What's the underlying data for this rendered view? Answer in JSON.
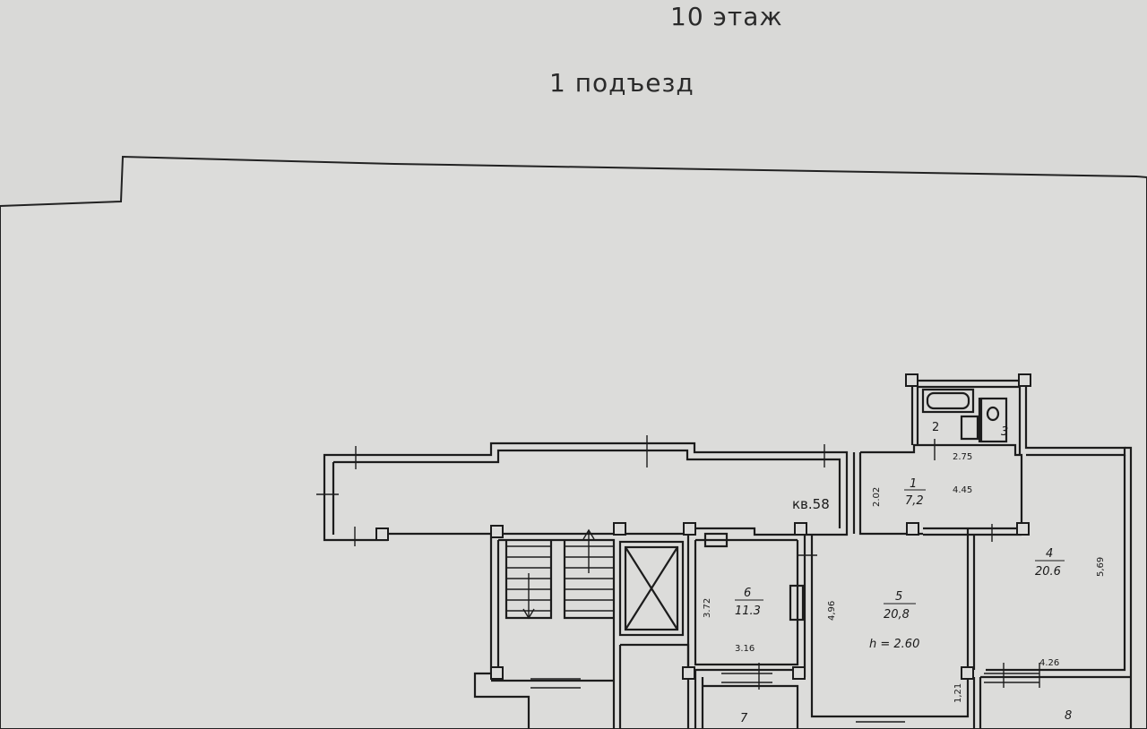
{
  "header": {
    "floor": "10 этаж",
    "entrance": "1 подъезд"
  },
  "plan": {
    "apartment_label": "кв.58",
    "ceiling_height": "h = 2.60",
    "rooms": [
      {
        "num": "1",
        "area": "7,2"
      },
      {
        "num": "2",
        "area": ""
      },
      {
        "num": "3",
        "area": ""
      },
      {
        "num": "4",
        "area": "20.6"
      },
      {
        "num": "5",
        "area": "20,8"
      },
      {
        "num": "6",
        "area": "11.3"
      },
      {
        "num": "7",
        "area": ""
      },
      {
        "num": "8",
        "area": ""
      }
    ],
    "dimensions": {
      "d_275": "2.75",
      "d_202": "2.02",
      "d_445": "4.45",
      "d_569": "5,69",
      "d_372": "3.72",
      "d_496": "4,96",
      "d_316": "3.16",
      "d_426": "4.26",
      "d_121": "1,21"
    }
  }
}
